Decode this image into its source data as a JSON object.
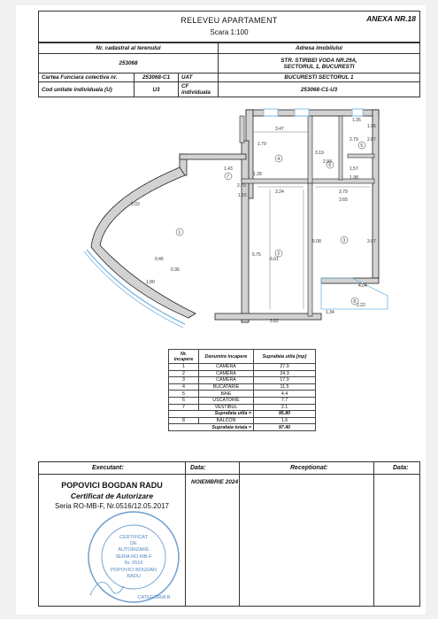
{
  "header": {
    "title": "RELEVEU APARTAMENT",
    "scale": "Scara 1:100",
    "annex": "ANEXA NR.18"
  },
  "info": {
    "cadastral_label": "Nr. cadastral al terenului",
    "address_label": "Adresa imobilului",
    "cadastral_value": "253068",
    "address_value": "STR. STIRBEI VODA NR.29A, SECTORUL 1, BUCURESTI",
    "carte_label": "Cartea Funciara colectiva nr.",
    "carte_value": "253068-C1",
    "uat_label": "UAT",
    "uat_value": "BUCURESTI SECTORUL 1",
    "cod_label": "Cod unitate individuala (U)",
    "cod_value": "U3",
    "cf_label": "CF individuala",
    "cf_value": "253068-C1-U3"
  },
  "plan": {
    "dims": [
      "3.47",
      "1.35",
      "2.79",
      "2.87",
      "1.96",
      "1.79",
      "3.19",
      "2.93",
      "1.43",
      "1.57",
      "1.98",
      "1.28",
      "2.79",
      "3.24",
      "3.79",
      "1.15",
      "5.03",
      "3.65",
      "5.75",
      "6.01",
      "5.08",
      "3.67",
      "0.46",
      "0.36",
      "1.80",
      "4.04",
      "1.34",
      "3.82",
      "2.22"
    ],
    "room_numbers": [
      "1",
      "2",
      "3",
      "4",
      "5",
      "6",
      "7",
      "8"
    ]
  },
  "rooms_table": {
    "headers": [
      "Nr. incapere",
      "Denumire incapere",
      "Suprafata utila [mp]"
    ],
    "rows": [
      [
        "1",
        "CAMERA",
        "27.9"
      ],
      [
        "2",
        "CAMERA",
        "24.3"
      ],
      [
        "3",
        "CAMERA",
        "17.9"
      ],
      [
        "4",
        "BUCATARIE",
        "11.5"
      ],
      [
        "5",
        "BAIE",
        "4.4"
      ],
      [
        "6",
        "USCATORIE",
        "7.7"
      ],
      [
        "7",
        "VESTIBUL",
        "2.1"
      ]
    ],
    "utila_label": "Suprafata utila =",
    "utila_value": "95.80",
    "balcon_row": [
      "8",
      "BALCON",
      "1.6"
    ],
    "totala_label": "Suprafata totala =",
    "totala_value": "97.40"
  },
  "footer": {
    "executant_label": "Executant:",
    "data_label": "Data:",
    "receptionat_label": "Receptionat:",
    "data2_label": "Data:",
    "name": "POPOVICI BOGDAN RADU",
    "certificate": "Certificat de Autorizare",
    "series": "Seria RO-MB-F, Nr.0516/12.05.2017",
    "date_value": "NOIEMBRIE 2024"
  },
  "stamp": {
    "lines": [
      "CERTIFICAT",
      "DE",
      "AUTORIZARE",
      "SERIA RO-MB-F",
      "Nr. 0516",
      "POPOVICI BOGDAN",
      "RADU"
    ],
    "bottom": "CATEGORIA B"
  }
}
